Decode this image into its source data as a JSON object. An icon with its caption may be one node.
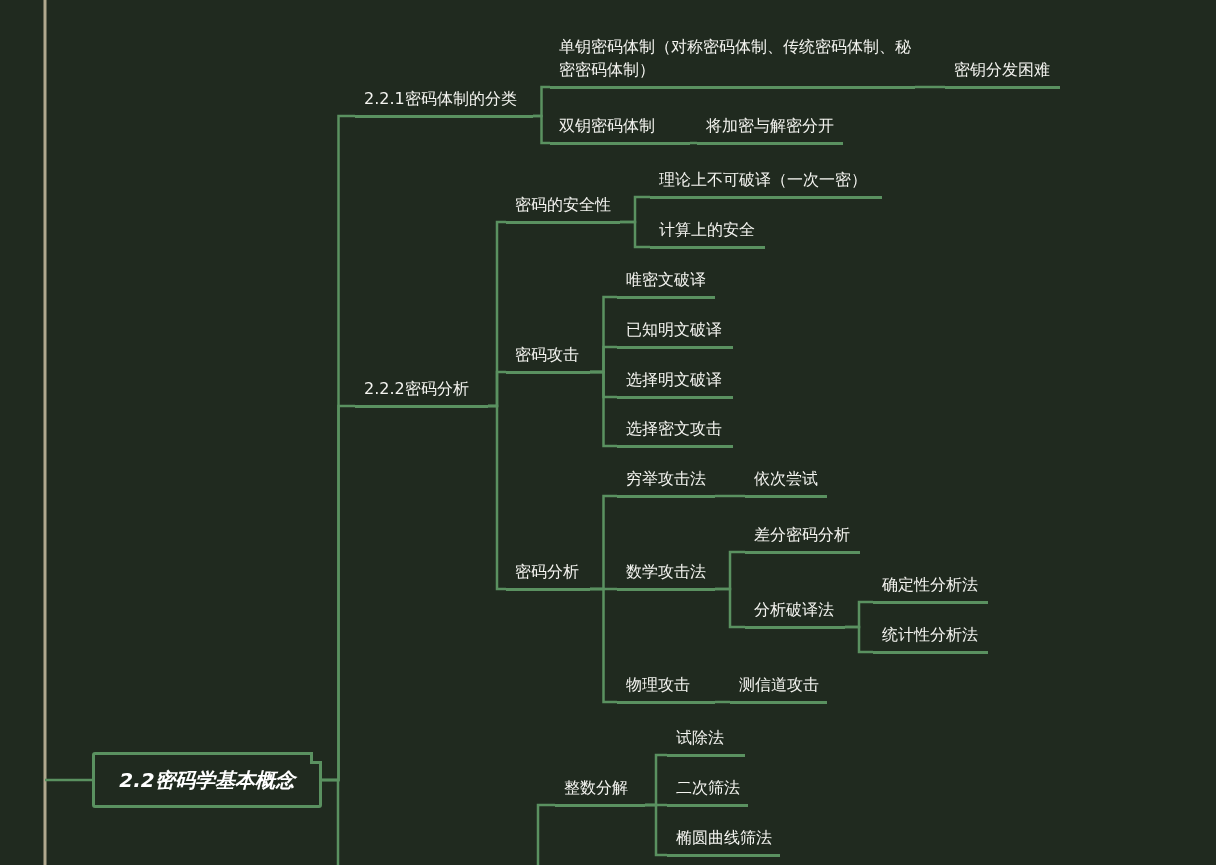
{
  "diagram": {
    "nodes": [
      {
        "text": [
          "2.2密码学基本概念"
        ]
      },
      {
        "text": [
          "2.2.1密码体制的分类"
        ]
      },
      {
        "text": [
          "单钥密码体制（对称密码体制、传统密码体制、秘密密码体制）"
        ]
      },
      {
        "text": [
          "密钥分发困难"
        ]
      },
      {
        "text": [
          "双钥密码体制"
        ]
      },
      {
        "text": [
          "将加密与解密分开"
        ]
      },
      {
        "text": [
          "2.2.2密码分析"
        ]
      },
      {
        "text": [
          "密码的安全性"
        ]
      },
      {
        "text": [
          "理论上不可破译（一次一密）"
        ]
      },
      {
        "text": [
          "计算上的安全"
        ]
      },
      {
        "text": [
          "密码攻击"
        ]
      },
      {
        "text": [
          "唯密文破译"
        ]
      },
      {
        "text": [
          "已知明文破译"
        ]
      },
      {
        "text": [
          "选择明文破译"
        ]
      },
      {
        "text": [
          "选择密文攻击"
        ]
      },
      {
        "text": [
          "密码分析"
        ]
      },
      {
        "text": [
          "穷举攻击法"
        ]
      },
      {
        "text": [
          "依次尝试"
        ]
      },
      {
        "text": [
          "数学攻击法"
        ]
      },
      {
        "text": [
          "差分密码分析"
        ]
      },
      {
        "text": [
          "分析破译法"
        ]
      },
      {
        "text": [
          "确定性分析法"
        ]
      },
      {
        "text": [
          "统计性分析法"
        ]
      },
      {
        "text": [
          "物理攻击"
        ]
      },
      {
        "text": [
          "测信道攻击"
        ]
      },
      {
        "text": [
          "整数分解"
        ]
      },
      {
        "text": [
          "试除法"
        ]
      },
      {
        "text": [
          "二次筛法"
        ]
      },
      {
        "text": [
          "椭圆曲线筛法"
        ]
      }
    ],
    "edges": [
      {
        "from": null,
        "to": 0,
        "arrow": "none"
      },
      {
        "from": 0,
        "to": 1,
        "arrow": "none"
      },
      {
        "from": 1,
        "to": 2,
        "arrow": "none"
      },
      {
        "from": 2,
        "to": 3,
        "arrow": "none"
      },
      {
        "from": 1,
        "to": 4,
        "arrow": "none"
      },
      {
        "from": 4,
        "to": 5,
        "arrow": "none"
      },
      {
        "from": 0,
        "to": 6,
        "arrow": "none"
      },
      {
        "from": 6,
        "to": 7,
        "arrow": "none"
      },
      {
        "from": 7,
        "to": 8,
        "arrow": "none"
      },
      {
        "from": 7,
        "to": 9,
        "arrow": "none"
      },
      {
        "from": 6,
        "to": 10,
        "arrow": "none"
      },
      {
        "from": 10,
        "to": 11,
        "arrow": "none"
      },
      {
        "from": 10,
        "to": 12,
        "arrow": "none"
      },
      {
        "from": 10,
        "to": 13,
        "arrow": "none"
      },
      {
        "from": 10,
        "to": 14,
        "arrow": "none"
      },
      {
        "from": 6,
        "to": 15,
        "arrow": "none"
      },
      {
        "from": 15,
        "to": 16,
        "arrow": "none"
      },
      {
        "from": 16,
        "to": 17,
        "arrow": "none"
      },
      {
        "from": 15,
        "to": 18,
        "arrow": "none"
      },
      {
        "from": 18,
        "to": 19,
        "arrow": "none"
      },
      {
        "from": 18,
        "to": 20,
        "arrow": "none"
      },
      {
        "from": 20,
        "to": 21,
        "arrow": "none"
      },
      {
        "from": 20,
        "to": 22,
        "arrow": "none"
      },
      {
        "from": 15,
        "to": 23,
        "arrow": "none"
      },
      {
        "from": 23,
        "to": 24,
        "arrow": "none"
      },
      {
        "from": 0,
        "to": null,
        "arrow": "none"
      },
      {
        "from": null,
        "to": 25,
        "arrow": "none"
      },
      {
        "from": 25,
        "to": 26,
        "arrow": "none"
      },
      {
        "from": 25,
        "to": 27,
        "arrow": "none"
      },
      {
        "from": 25,
        "to": 28,
        "arrow": "none"
      }
    ]
  }
}
